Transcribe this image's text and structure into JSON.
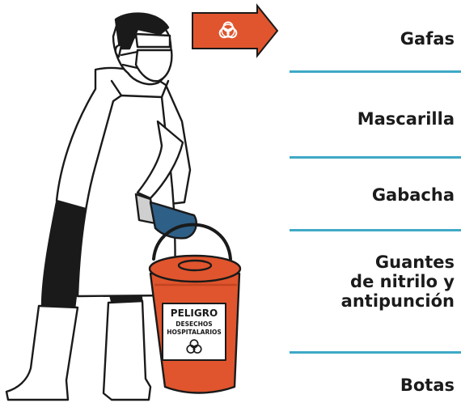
{
  "colors": {
    "accent_blue": "#3fa9c6",
    "biohazard_red": "#e0552d",
    "glove_blue": "#2e5f87",
    "outline": "#1a1a1a"
  },
  "arrow": {
    "icon": "biohazard-icon"
  },
  "bucket": {
    "label_main": "PELIGRO",
    "label_line1": "DESECHOS",
    "label_line2": "HOSPITALARIOS",
    "icon": "biohazard-icon"
  },
  "ppe_items": [
    {
      "label": "Gafas"
    },
    {
      "label": "Mascarilla"
    },
    {
      "label": "Gabacha"
    },
    {
      "label": "Guantes\nde nitrilo y\nantipunción"
    },
    {
      "label": "Botas"
    }
  ]
}
